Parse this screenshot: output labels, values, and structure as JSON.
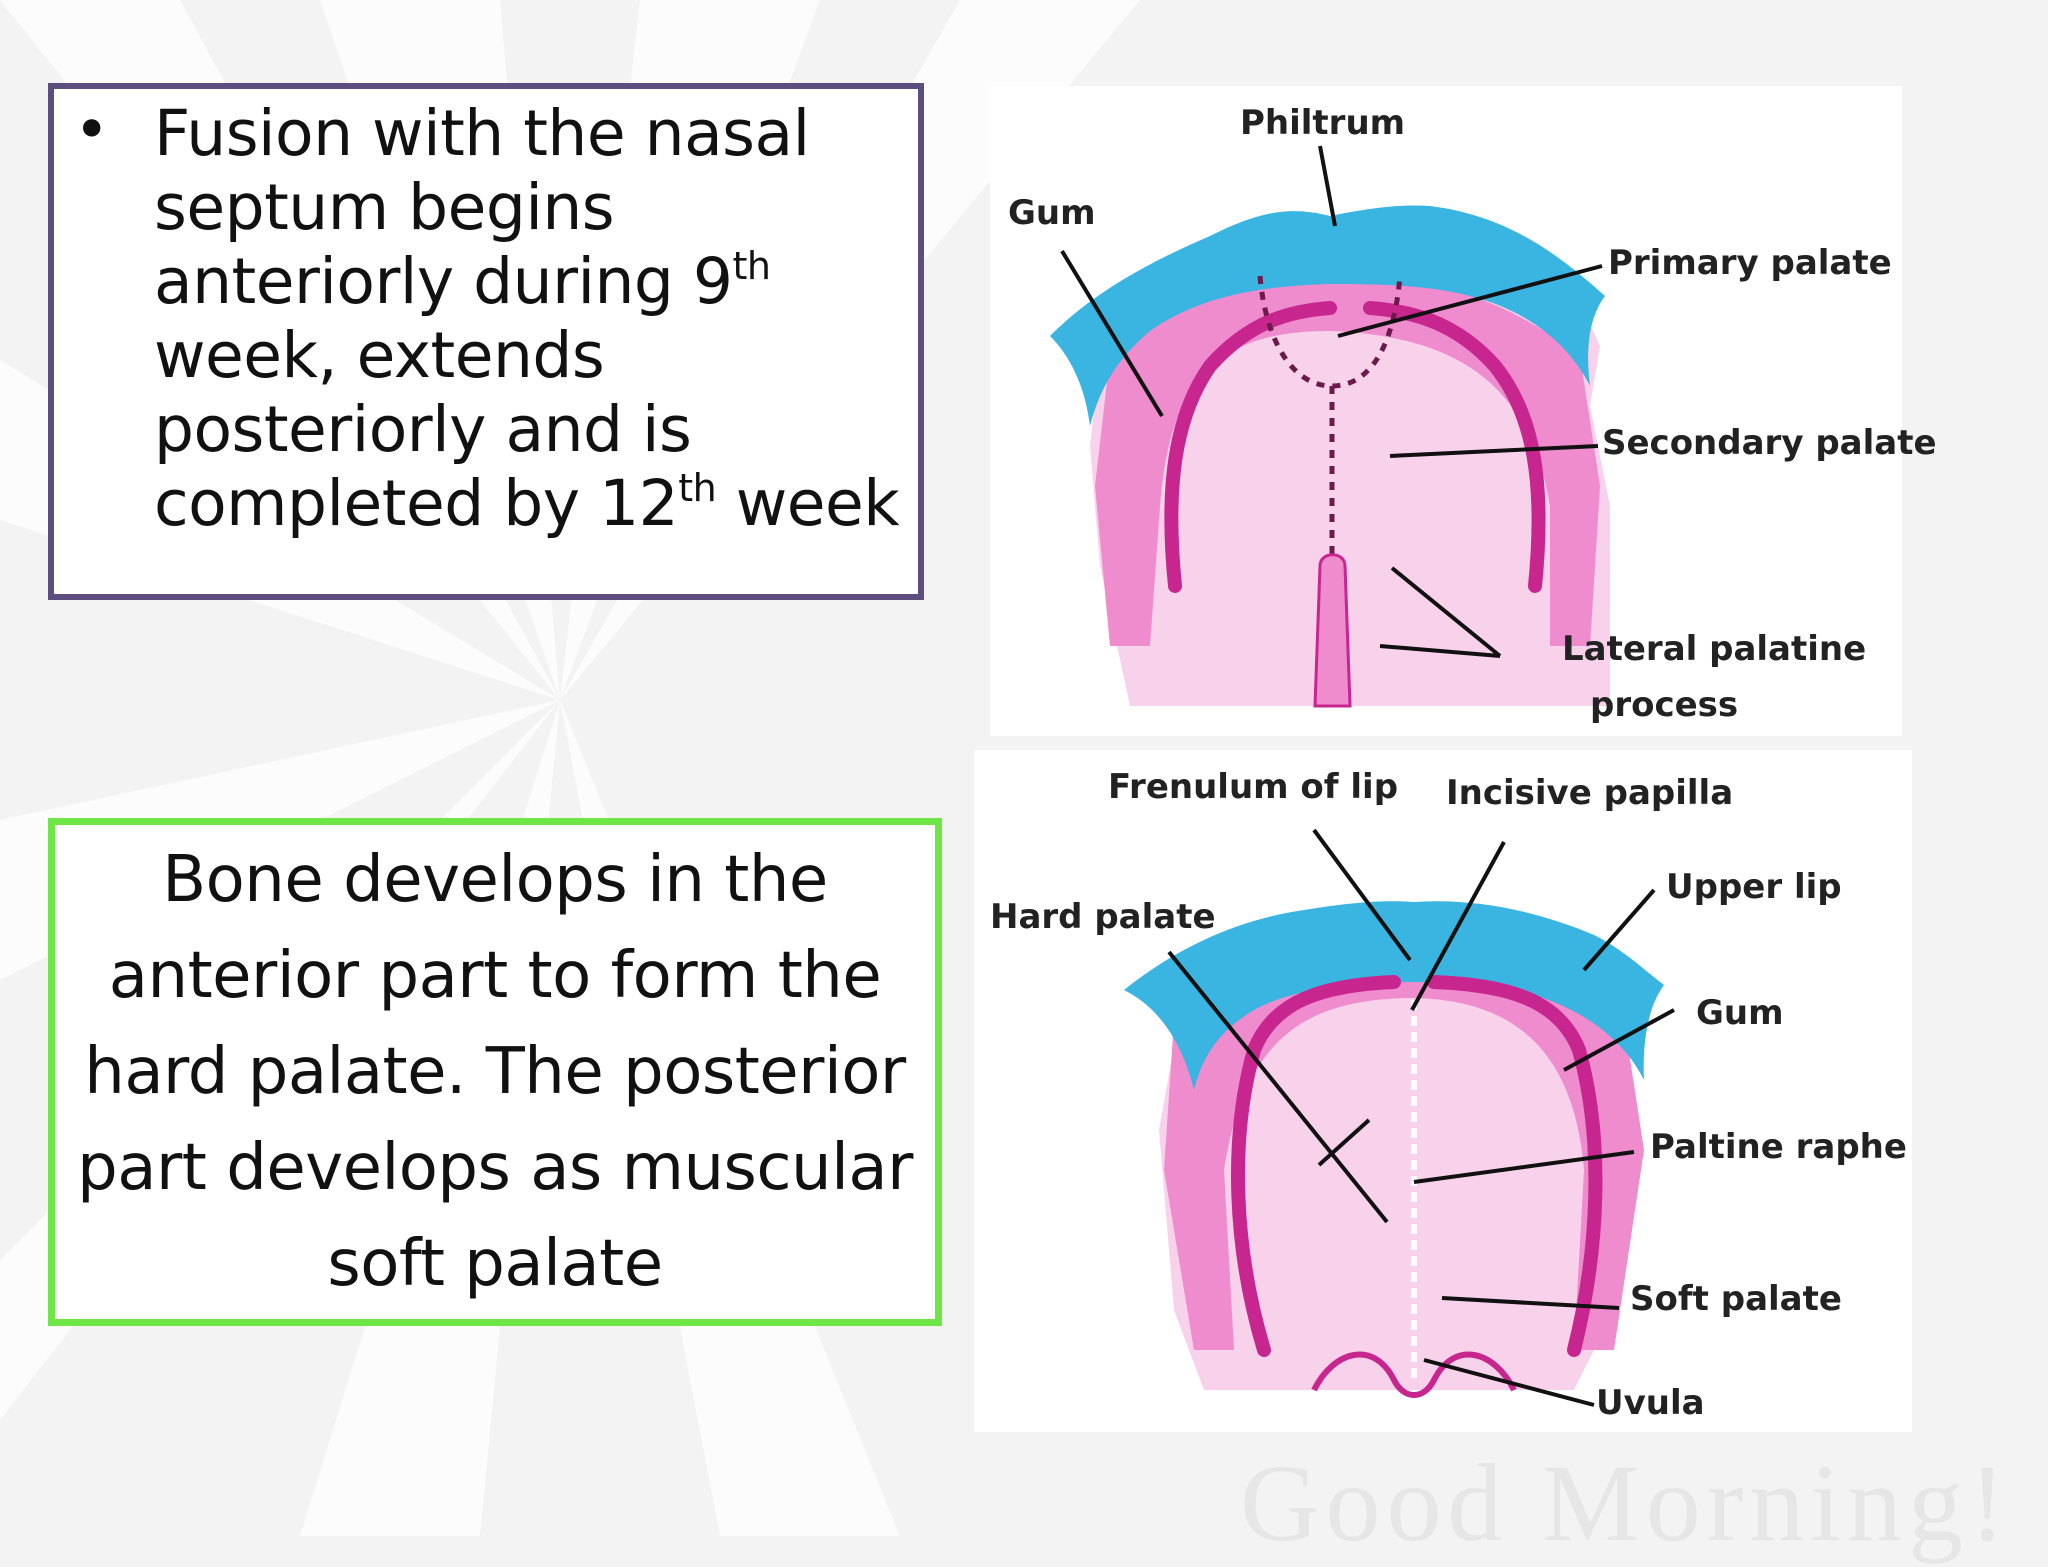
{
  "slide": {
    "fusion_text": {
      "line1": "Fusion with the nasal",
      "line2": "septum begins",
      "line3a": "anteriorly during 9",
      "line3_sup": "th",
      "line4": "week, extends",
      "line5": "posteriorly and is",
      "line6a": "completed by 12",
      "line6_sup": "th",
      "line6b": " week"
    },
    "bone_text": {
      "line1": "Bone develops in the",
      "line2": "anterior part to form the",
      "line3": "hard palate. The posterior",
      "line4": "part develops as muscular",
      "line5": "soft palate"
    },
    "watermark": "Good Morning!"
  },
  "diagram_top": {
    "labels": {
      "philtrum": "Philtrum",
      "gum": "Gum",
      "primary_palate": "Primary palate",
      "secondary_palate": "Secondary palate",
      "lateral_palatine_1": "Lateral palatine",
      "lateral_palatine_2": "process"
    }
  },
  "diagram_bottom": {
    "labels": {
      "frenulum": "Frenulum of lip",
      "incisive_papilla": "Incisive papilla",
      "hard_palate": "Hard palate",
      "upper_lip": "Upper lip",
      "gum": "Gum",
      "palatine_raphe": "Paltine raphe",
      "soft_palate": "Soft palate",
      "uvula": "Uvula"
    }
  },
  "colors": {
    "lip_blue": "#3ab4e0",
    "palate_pink": "#ee8ccd",
    "palate_light": "#f8d2ea",
    "ridge_magenta": "#c8268f",
    "fusion_border": "#5e4e80",
    "bone_border": "#6ee645"
  }
}
